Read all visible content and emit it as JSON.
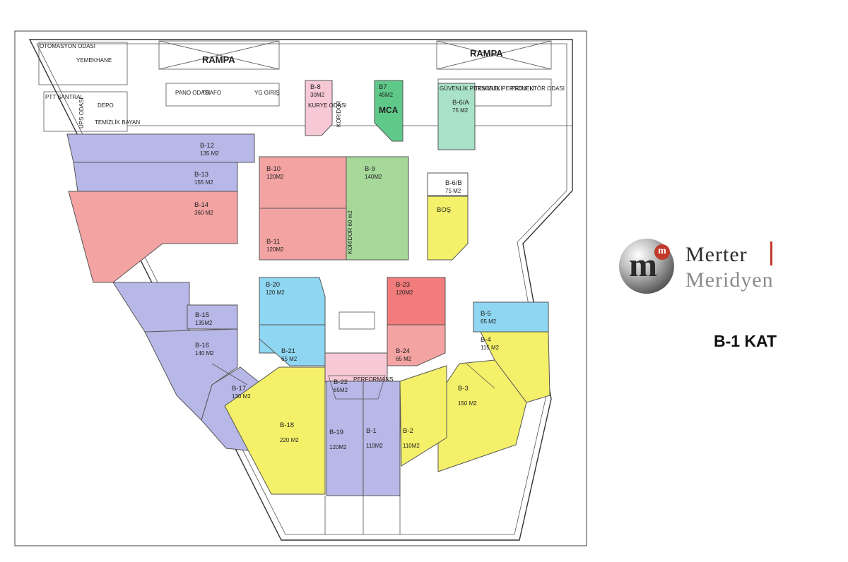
{
  "labels": {
    "otomasyon": "OTOMASYON ODASI",
    "yemekhane": "YEMEKHANE",
    "ptt": "PTT SANTRAL",
    "ups": "UPS ODASI",
    "depo": "DEPO",
    "temizlik_bayan": "TEMİZLİK BAYAN",
    "rampa_left": "RAMPA",
    "rampa_right": "RAMPA",
    "pano": "PANO ODASI",
    "trafo": "TRAFO",
    "ypg": "YG GİRİŞ",
    "kurye": "KURYE ODASI",
    "koridor_top": "KORİDOR",
    "koridor_mid": "KORİDOR 60 m2",
    "guvenlik": "GÜVENLİK PERSONELİ",
    "temizlik_per": "TEMİZLİK PERSONELİ",
    "projektor": "PROJEKTÖR ODASI",
    "bos": "BOŞ",
    "mca": "MCA"
  },
  "units": [
    {
      "id": "B-12",
      "area": "135 M2",
      "color": "blue"
    },
    {
      "id": "B-13",
      "area": "155 M2",
      "color": "blue"
    },
    {
      "id": "B-14",
      "area": "360 M2",
      "color": "red"
    },
    {
      "id": "B-15",
      "area": "135M2",
      "color": "blue"
    },
    {
      "id": "B-16",
      "area": "140 M2",
      "color": "blue"
    },
    {
      "id": "B-17",
      "area": "130 M2",
      "color": "blue"
    },
    {
      "id": "B-18",
      "area": "220 M2",
      "color": "yellow"
    },
    {
      "id": "B-19",
      "area": "120M2",
      "color": "blue"
    },
    {
      "id": "B-1",
      "area": "110M2",
      "color": "blue"
    },
    {
      "id": "B-2",
      "area": "110M2",
      "color": "yellow"
    },
    {
      "id": "B-3",
      "area": "150 M2",
      "color": "yellow"
    },
    {
      "id": "B-4",
      "area": "115 M2",
      "color": "yellow"
    },
    {
      "id": "B-5",
      "area": "65 M2",
      "color": "cyan"
    },
    {
      "id": "B-6/B",
      "area": "75 M2",
      "color": "white"
    },
    {
      "id": "B-6/A",
      "area": "75 M2",
      "color": "mint"
    },
    {
      "id": "B7",
      "area": "45M2",
      "color": "green"
    },
    {
      "id": "B-8",
      "area": "30M2",
      "color": "pink"
    },
    {
      "id": "B-9",
      "area": "140M2",
      "color": "green"
    },
    {
      "id": "B-10",
      "area": "120M2",
      "color": "red"
    },
    {
      "id": "B-11",
      "area": "120M2",
      "color": "red"
    },
    {
      "id": "B-20",
      "area": "120 M2",
      "color": "cyan"
    },
    {
      "id": "B-21",
      "area": "65 M2",
      "color": "cyan"
    },
    {
      "id": "B-22",
      "area": "65M2",
      "color": "pink"
    },
    {
      "id": "B-23",
      "area": "120M2",
      "color": "red"
    },
    {
      "id": "B-24",
      "area": "65 M2",
      "color": "red"
    }
  ],
  "b22_sub": "PERFORMANS",
  "brand": {
    "line1": "Merter",
    "line2": "Meridyen",
    "sup": "m",
    "mark": "m"
  },
  "floor_title": "B-1 KAT",
  "colors": {
    "blue": "#b8b8e8",
    "red": "#f4a3a3",
    "green": "#a6d89a",
    "cyan": "#8fd6f2",
    "yellow": "#f4f06a",
    "pink": "#f7c8d6",
    "mint": "#a9e2c8"
  }
}
